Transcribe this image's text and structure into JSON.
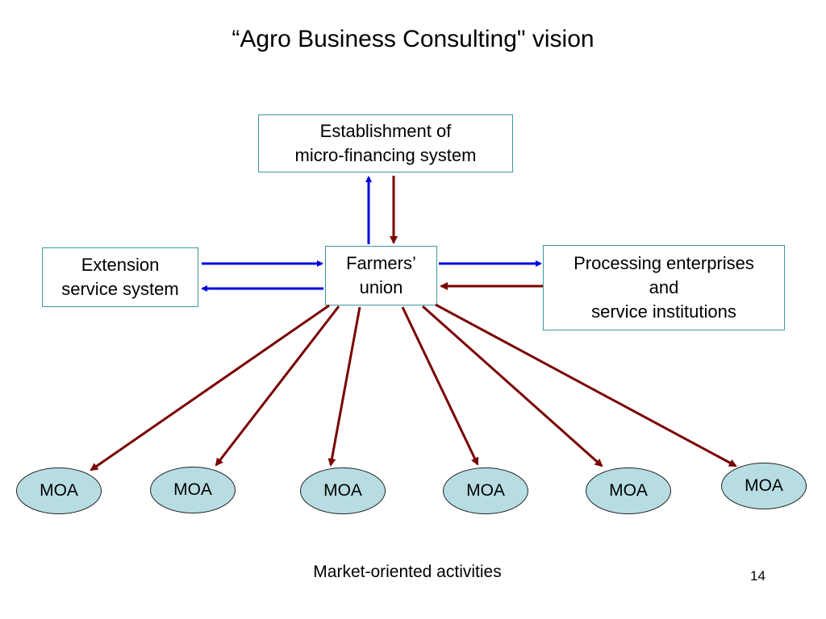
{
  "title": "“Agro Business Consulting\" vision",
  "boxes": {
    "micro": {
      "line1": "Establishment of",
      "line2": "micro-financing system"
    },
    "extension": {
      "line1": "Extension",
      "line2": "service system"
    },
    "union": {
      "line1": "Farmers’",
      "line2": "union"
    },
    "processing": {
      "line1": "Processing enterprises",
      "line2": "and",
      "line3": "service institutions"
    }
  },
  "moa": [
    "MOA",
    "MOA",
    "MOA",
    "MOA",
    "MOA",
    "MOA"
  ],
  "caption": "Market-oriented activities",
  "page_number": "14",
  "colors": {
    "blue_arrow": "#0000e0",
    "red_arrow": "#7a0000",
    "box_border": "#3a9aa0",
    "oval_fill": "#b7dde3"
  }
}
